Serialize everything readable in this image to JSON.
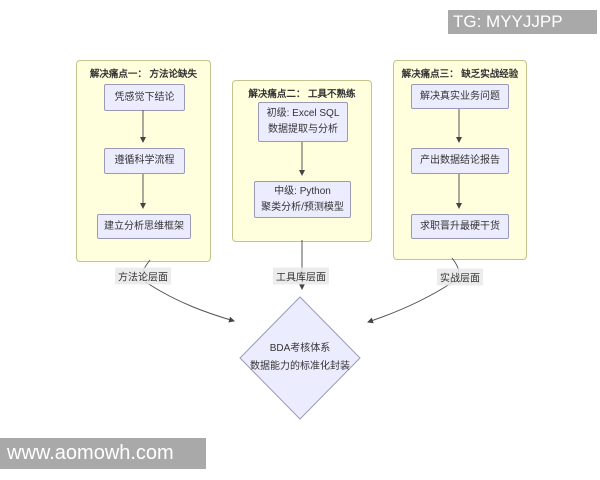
{
  "watermarks": {
    "top_right": "TG: MYYJJPP",
    "bottom_left": "www.aomowh.com"
  },
  "columns": [
    {
      "title": "解决痛点一： 方法论缺失",
      "footer_label": "方法论层面",
      "boxes": [
        "凭感觉下结论",
        "遵循科学流程",
        "建立分析思维框架"
      ]
    },
    {
      "title": "解决痛点二： 工具不熟练",
      "footer_label": "工具库层面",
      "boxes": [
        "初级: Excel SQL\n数据提取与分析",
        "中级: Python\n聚类分析/预测模型"
      ]
    },
    {
      "title": "解决痛点三： 缺乏实战经验",
      "footer_label": "实战层面",
      "boxes": [
        "解决真实业务问题",
        "产出数据结论报告",
        "求职晋升最硬干货"
      ]
    }
  ],
  "diamond": {
    "label": "BDA考核体系\n数据能力的标准化封装"
  },
  "colors": {
    "container_fill": "#FFFFDE",
    "container_border": "#c3c38e",
    "node_fill": "#ECECFF",
    "node_border": "#9a9ab8",
    "edge": "#555555",
    "watermark_bg": "#a9a9a9",
    "watermark_text": "#ffffff"
  }
}
